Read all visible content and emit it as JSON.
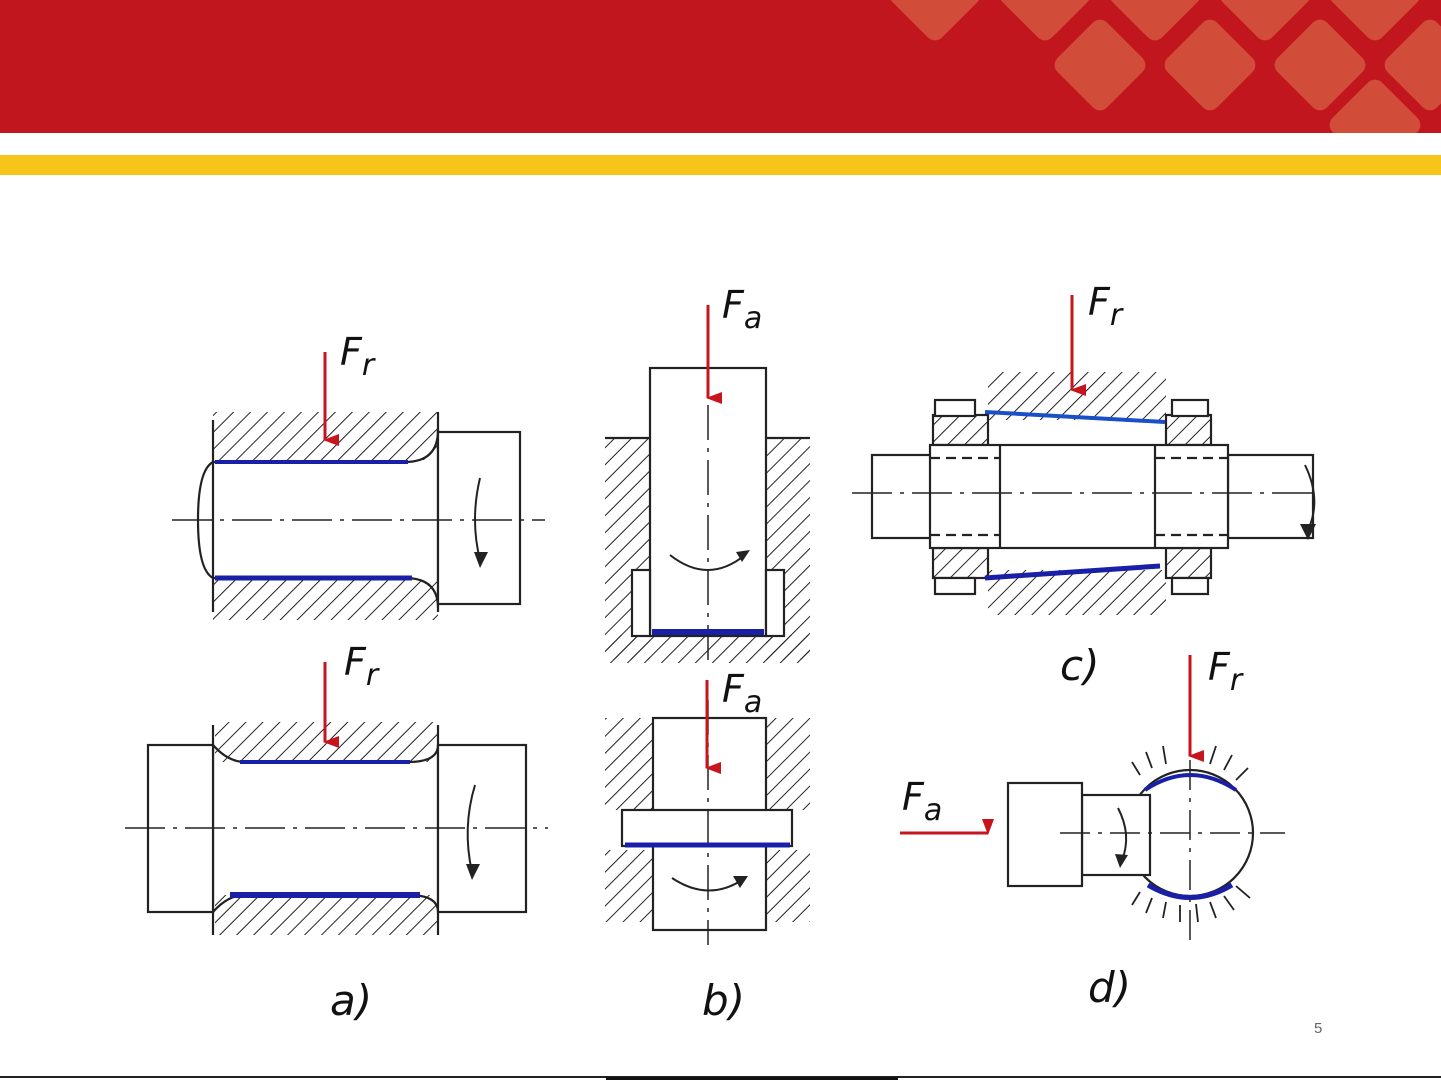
{
  "slide": {
    "number": "5",
    "colors": {
      "header": "#c2161e",
      "stripe": "#f7c41a",
      "arrow": "#c8141c",
      "contact": "#1a1fa8"
    }
  },
  "figure": {
    "labels": {
      "a": "a)",
      "b": "b)",
      "c": "c)",
      "d": "d)"
    },
    "forces": {
      "radial_main": "F",
      "radial_sub": "r",
      "axial_main": "F",
      "axial_sub": "a"
    }
  }
}
